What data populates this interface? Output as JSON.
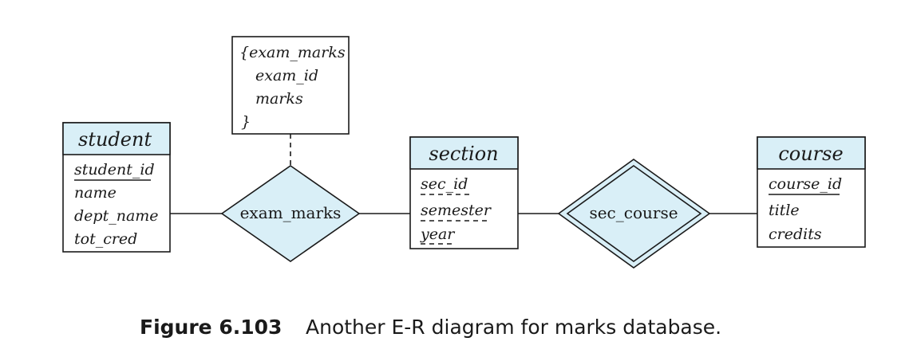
{
  "entities": {
    "student": {
      "title": "student",
      "attributes": [
        "student_id",
        "name",
        "dept_name",
        "tot_cred"
      ]
    },
    "section": {
      "title": "section",
      "attributes": [
        "sec_id",
        "semester",
        "year"
      ]
    },
    "course": {
      "title": "course",
      "attributes": [
        "course_id",
        "title",
        "credits"
      ]
    }
  },
  "relationships": {
    "exam_marks": {
      "label": "exam_marks"
    },
    "sec_course": {
      "label": "sec_course"
    }
  },
  "attribute_box": {
    "lines": [
      "{exam_marks",
      "exam_id",
      "marks",
      "}"
    ]
  },
  "caption": {
    "number": "Figure 6.103",
    "text": "Another E-R diagram for marks database."
  }
}
